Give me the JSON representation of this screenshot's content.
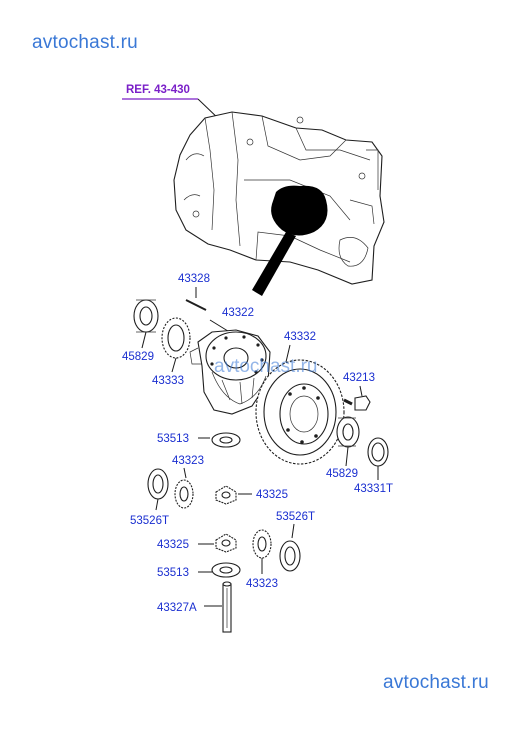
{
  "watermark": {
    "top": "avtochast.ru",
    "bottom": "avtochast.ru",
    "center": "avtochast.ru"
  },
  "reference": {
    "label": "REF. 43-430"
  },
  "labels": {
    "p43328": "43328",
    "p43322": "43322",
    "p45829_left": "45829",
    "p43333": "43333",
    "p43332": "43332",
    "p43213": "43213",
    "p53513_upper": "53513",
    "p45829_right": "45829",
    "p43331T": "43331T",
    "p43323_upper": "43323",
    "p43325_upper": "43325",
    "p53526T_left": "53526T",
    "p53526T_right": "53526T",
    "p43325_lower": "43325",
    "p53513_lower": "53513",
    "p43323_lower": "43323",
    "p43327A": "43327A"
  },
  "colors": {
    "label": "#1a2fd0",
    "reference": "#7a1fc8",
    "watermark": "#3a78d6"
  }
}
